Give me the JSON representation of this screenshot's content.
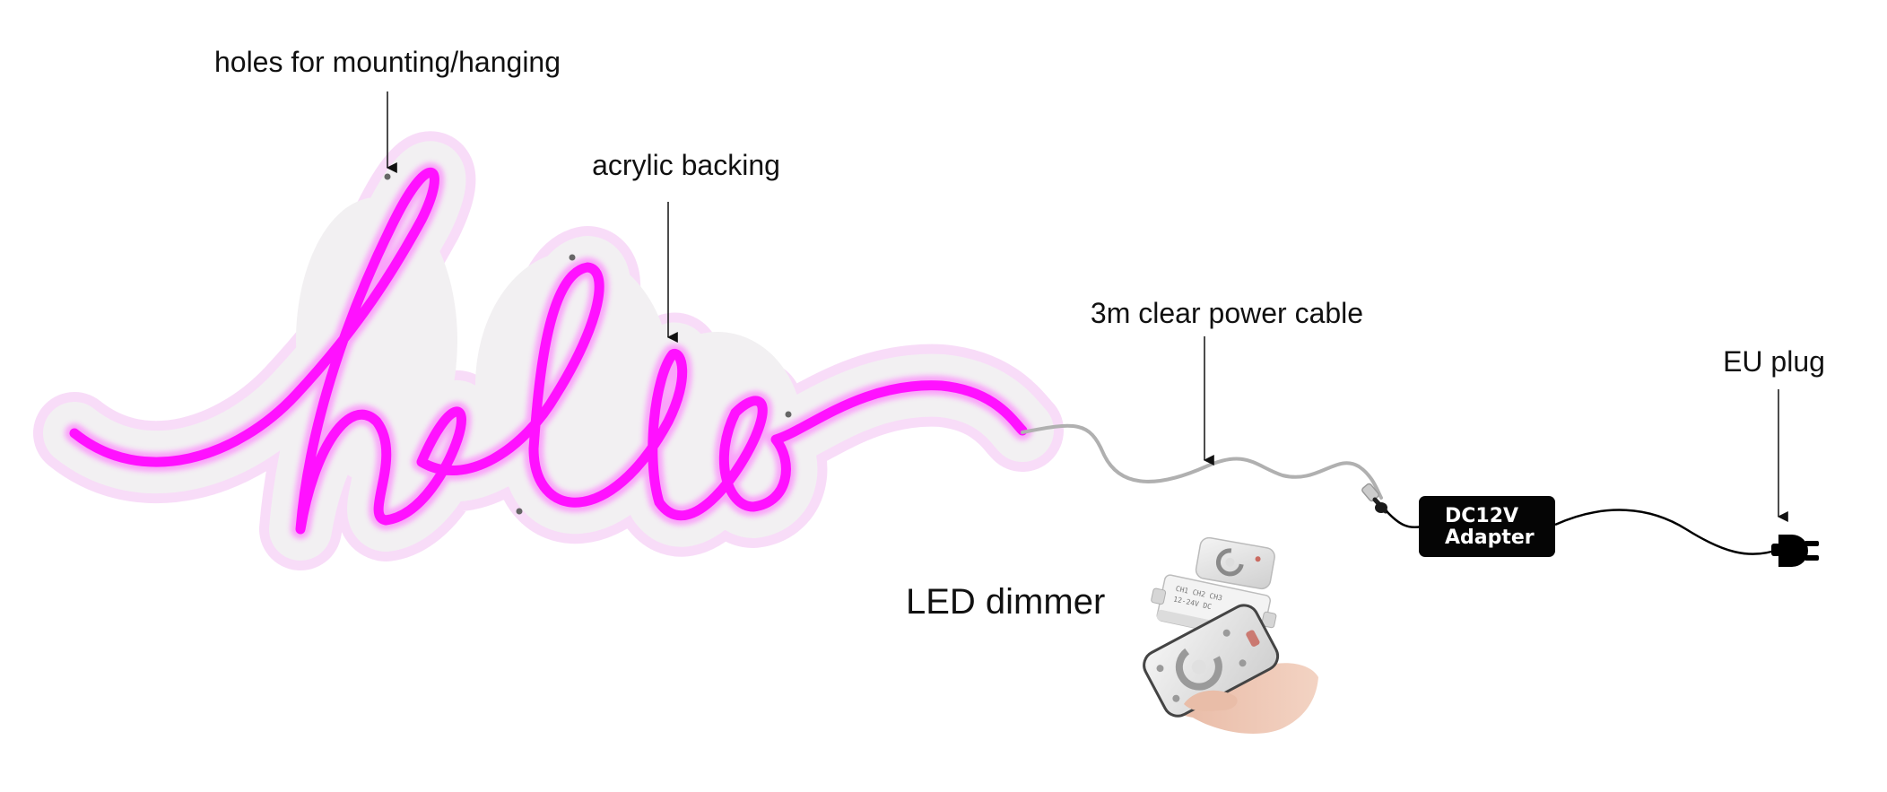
{
  "labels": {
    "mounting_holes": "holes for mounting/hanging",
    "acrylic_backing": "acrylic backing",
    "power_cable": "3m clear power cable",
    "eu_plug": "EU plug",
    "led_dimmer": "LED dimmer"
  },
  "adapter": {
    "line1": "DC12V",
    "line2": "Adapter"
  },
  "colors": {
    "neon": "#ff11ff",
    "neon_glow": "#f7c8f7",
    "backing": "#f3f3f3",
    "cable": "#b0b0b0",
    "cord": "#000000",
    "adapter_body": "#050505",
    "text": "#111111"
  },
  "icons": {
    "plug": "eu-plug-icon",
    "connector": "dc-connector-icon",
    "dimmer": "led-dimmer-icon",
    "remote": "remote-control-icon"
  }
}
